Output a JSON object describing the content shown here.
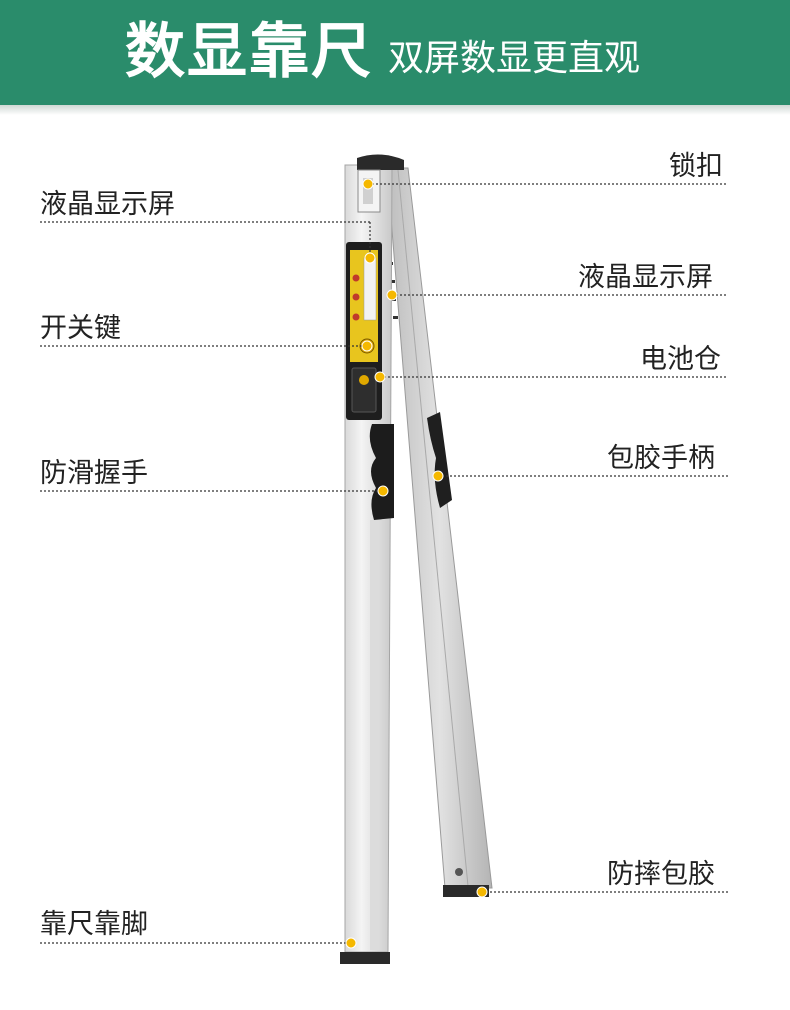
{
  "header": {
    "title": "数显靠尺",
    "subtitle": "双屏数显更直观",
    "background_color": "#2a8c6b"
  },
  "labels": {
    "lcd_left": "液晶显示屏",
    "power_key": "开关键",
    "grip": "防滑握手",
    "ruler_foot": "靠尺靠脚",
    "lock": "锁扣",
    "lcd_right": "液晶显示屏",
    "battery": "电池仓",
    "handle": "包胶手柄",
    "bumper": "防摔包胶"
  },
  "colors": {
    "marker": "#f5b800",
    "display_panel": "#e8c51e",
    "leader_line": "#333333"
  }
}
